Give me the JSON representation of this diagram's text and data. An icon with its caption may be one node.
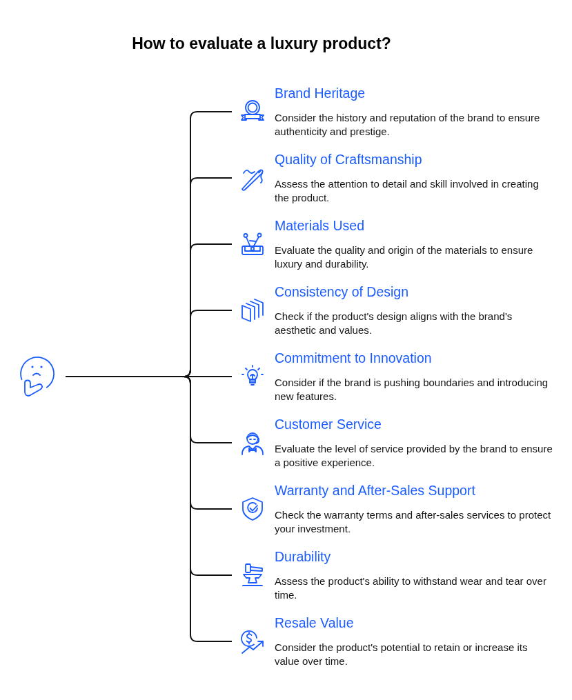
{
  "diagram": {
    "title": "How to evaluate a luxury product?",
    "nodes": [
      {
        "text": [],
        "shape": "picture"
      },
      {
        "text": [
          "Brand Heritage",
          "Consider the history and reputation of the brand to ensure authenticity and prestige."
        ]
      },
      {
        "text": [
          "Quality of Craftsmanship",
          "Assess the attention to detail and skill involved in creating the product."
        ]
      },
      {
        "text": [
          "Materials Used",
          "Evaluate the quality and origin of the materials to ensure luxury and durability."
        ]
      },
      {
        "text": [
          "Consistency of Design",
          "Check if the product's design aligns with the brand's aesthetic and values."
        ]
      },
      {
        "text": [
          "Commitment to Innovation",
          "Consider if the brand is pushing boundaries and introducing new features."
        ]
      },
      {
        "text": [
          "Customer Service",
          "Evaluate the level of service provided by the brand to ensure a positive experience."
        ]
      },
      {
        "text": [
          "Warranty and After-Sales Support",
          "Check the warranty terms and after-sales services to protect your investment."
        ]
      },
      {
        "text": [
          "Durability",
          "Assess the product's ability to withstand wear and tear over time."
        ]
      },
      {
        "text": [
          "Resale Value",
          "Consider the product's potential to retain or increase its value over time."
        ]
      }
    ],
    "edges": [
      {
        "from": 0,
        "to": 1,
        "arrow": "none"
      },
      {
        "from": 0,
        "to": 2,
        "arrow": "none"
      },
      {
        "from": 0,
        "to": 3,
        "arrow": "none"
      },
      {
        "from": 0,
        "to": 4,
        "arrow": "none"
      },
      {
        "from": 0,
        "to": 5,
        "arrow": "none"
      },
      {
        "from": 0,
        "to": 6,
        "arrow": "none"
      },
      {
        "from": 0,
        "to": 7,
        "arrow": "none"
      },
      {
        "from": 0,
        "to": 8,
        "arrow": "none"
      },
      {
        "from": 0,
        "to": 9,
        "arrow": "none"
      }
    ]
  }
}
